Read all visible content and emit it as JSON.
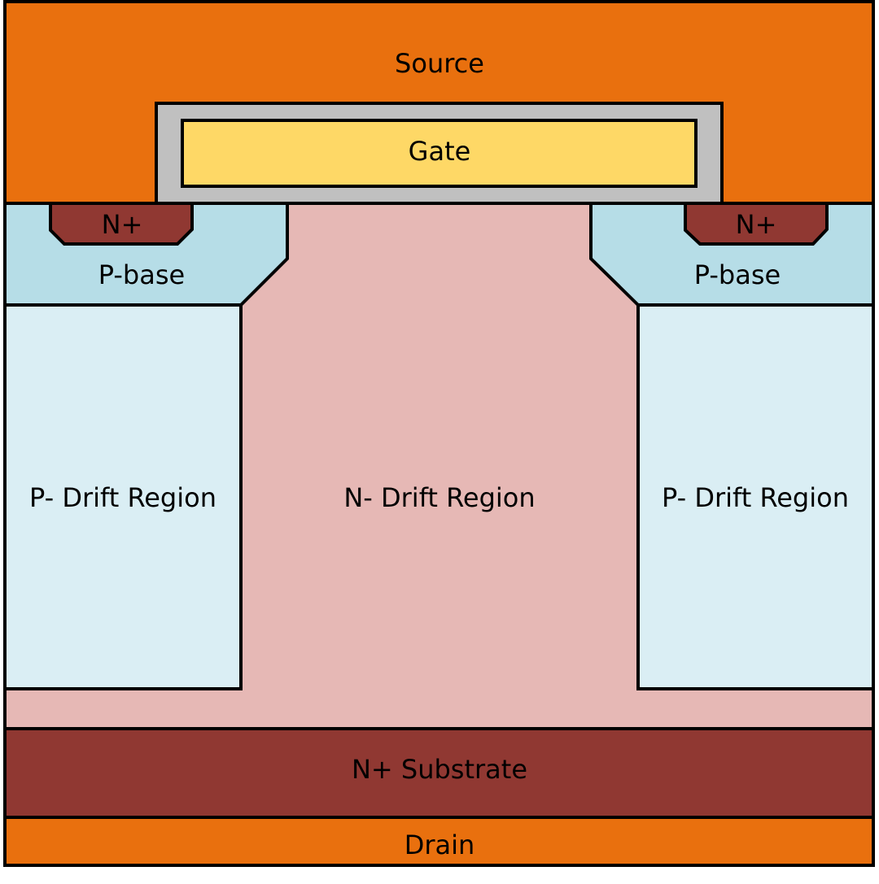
{
  "colors": {
    "metal": "#e9700e",
    "oxide": "#c0c0c0",
    "gate": "#fed866",
    "n_plus": "#903832",
    "p_base": "#b6dde7",
    "p_drift": "#daeef4",
    "n_drift": "#e6b8b5"
  },
  "labels": {
    "source": "Source",
    "gate": "Gate",
    "n_plus_left": "N+",
    "n_plus_right": "N+",
    "p_base_left": "P-base",
    "p_base_right": "P-base",
    "p_drift_left": "P- Drift Region",
    "n_drift": "N- Drift Region",
    "p_drift_right": "P- Drift Region",
    "substrate": "N+ Substrate",
    "drain": "Drain"
  }
}
